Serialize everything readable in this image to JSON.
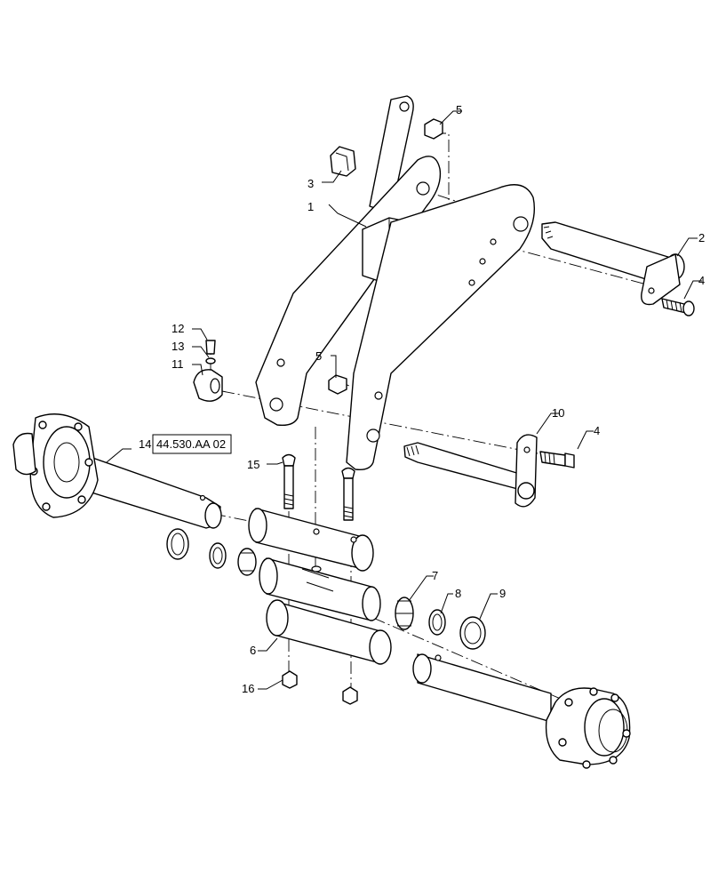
{
  "callouts": {
    "c1": "1",
    "c2": "2",
    "c3": "3",
    "c4a": "4",
    "c4b": "4",
    "c5a": "5",
    "c5b": "5",
    "c6": "6",
    "c7": "7",
    "c8": "8",
    "c9": "9",
    "c10": "10",
    "c11": "11",
    "c12": "12",
    "c13": "13",
    "c14": "14",
    "c15": "15",
    "c16": "16"
  },
  "reference": {
    "code": "44.530.AA 02"
  },
  "colors": {
    "line": "#000000",
    "background": "#ffffff"
  }
}
